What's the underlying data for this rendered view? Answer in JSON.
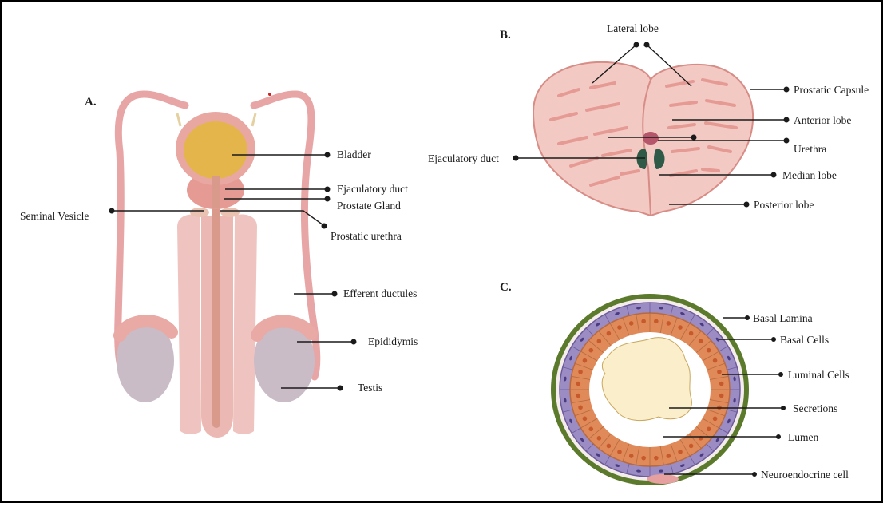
{
  "panels": {
    "a": "A.",
    "b": "B.",
    "c": "C."
  },
  "labels_a": {
    "bladder": "Bladder",
    "ejaculatory_duct": "Ejaculatory duct",
    "prostate_gland": "Prostate Gland",
    "seminal_vesicle": "Seminal Vesicle",
    "prostatic_urethra": "Prostatic urethra",
    "efferent_ductules": "Efferent ductules",
    "epididymis": "Epididymis",
    "testis": "Testis"
  },
  "labels_b": {
    "lateral_lobe": "Lateral  lobe",
    "prostatic_capsule": "Prostatic Capsule",
    "anterior_lobe": "Anterior lobe",
    "urethra": "Urethra",
    "ejaculatory_duct": "Ejaculatory duct",
    "median_lobe": "Median lobe",
    "posterior_lobe": "Posterior lobe"
  },
  "labels_c": {
    "basal_lamina": "Basal Lamina",
    "basal_cells": "Basal Cells",
    "luminal_cells": "Luminal Cells",
    "secretions": "Secretions",
    "lumen": "Lumen",
    "neuroendocrine_cell": "Neuroendocrine cell"
  },
  "colors": {
    "frame": "#000000",
    "duct_pink": "#e8a5a5",
    "penis_pink": "#efc4c0",
    "testis_grey": "#c9bcc6",
    "bladder_yellow": "#e3b54a",
    "prostate_pink": "#e59a94",
    "lobe_fill": "#f3c9c4",
    "lobe_stroke": "#d88c86",
    "duct_green": "#2f5a47",
    "urethra_pink": "#b5566b",
    "basal_lamina_green": "#5b7a2c",
    "basal_cell_purple": "#9c8cc4",
    "luminal_orange": "#e08a5a",
    "nucleus_red": "#c65a2c",
    "secretion_yellow": "#fbeecb"
  }
}
